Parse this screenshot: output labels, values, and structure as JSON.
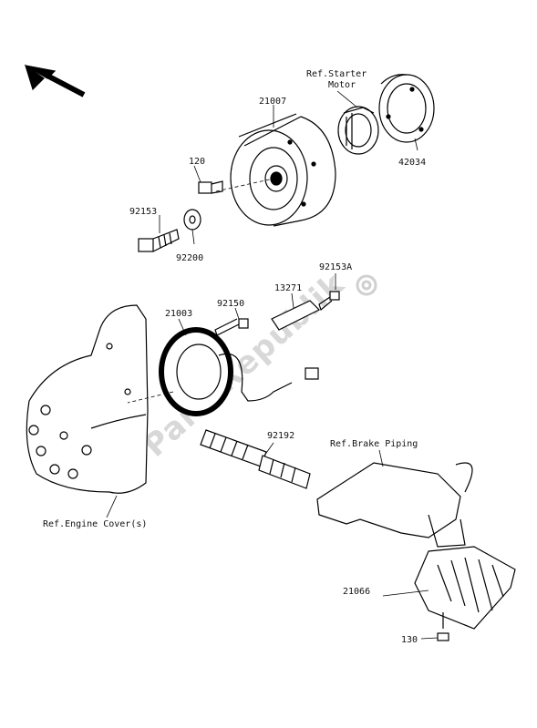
{
  "watermark": "PartsRepublik",
  "direction_icon": "front-arrow-icon",
  "labels": {
    "ref_starter_motor_line1": "Ref.Starter",
    "ref_starter_motor_line2": "Motor",
    "p21007": "21007",
    "p42034": "42034",
    "p120": "120",
    "p92153": "92153",
    "p92200": "92200",
    "p92153a": "92153A",
    "p13271": "13271",
    "p92150": "92150",
    "p21003": "21003",
    "p92192": "92192",
    "ref_brake_piping": "Ref.Brake Piping",
    "ref_engine_cover": "Ref.Engine Cover(s)",
    "p21066": "21066",
    "p130": "130"
  }
}
